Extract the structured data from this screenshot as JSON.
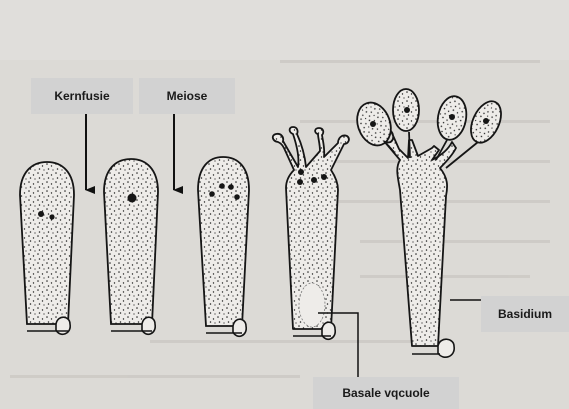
{
  "labels": {
    "kernfusie": "Kernfusie",
    "meiose": "Meiose",
    "basidium": "Basidium",
    "vacuole": "Basale vqcuole"
  },
  "colors": {
    "background": "#dcdad6",
    "cell_fill": "#eeece9",
    "ink": "#151515",
    "label_box": "#d2d2d2"
  }
}
